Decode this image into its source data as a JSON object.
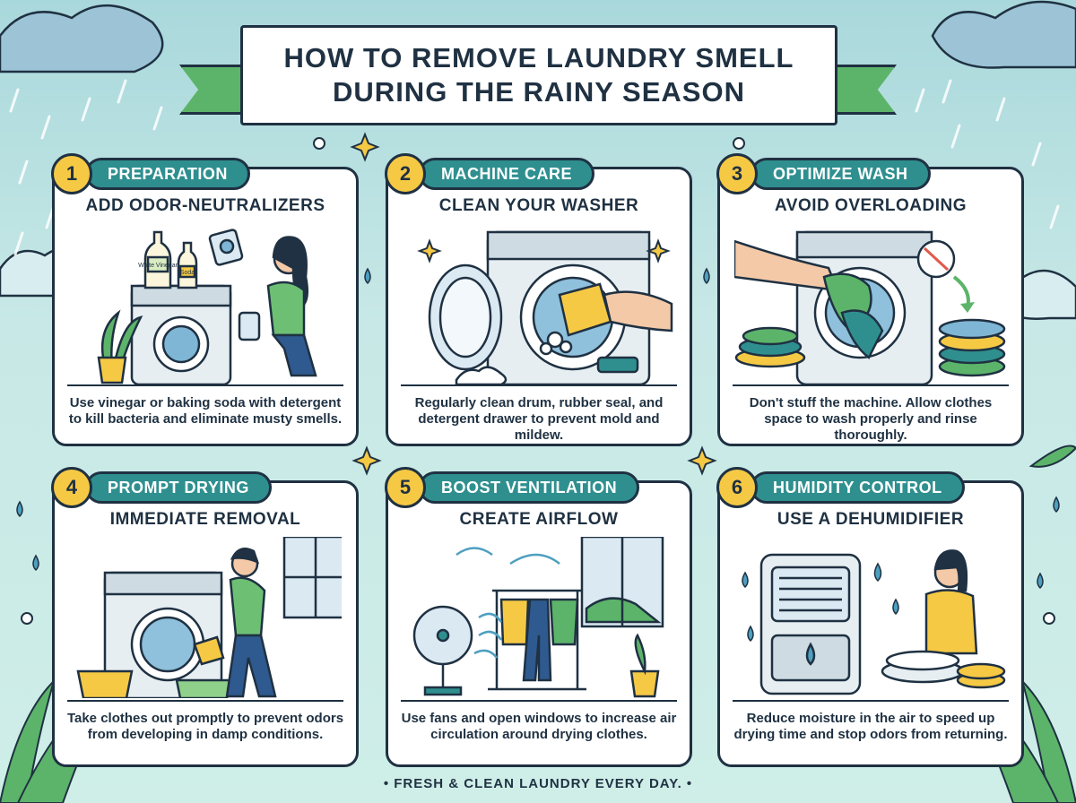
{
  "title": {
    "line1": "HOW TO REMOVE LAUNDRY SMELL",
    "line2": "DURING THE RAINY SEASON"
  },
  "steps": [
    {
      "number": "1",
      "tag": "PREPARATION",
      "subtitle": "ADD ODOR-NEUTRALIZERS",
      "desc": "Use vinegar or baking soda with detergent to kill bacteria and eliminate musty smells.",
      "bottle1": "White Vinegar",
      "bottle2": "Soda"
    },
    {
      "number": "2",
      "tag": "MACHINE CARE",
      "subtitle": "CLEAN YOUR WASHER",
      "desc": "Regularly clean drum, rubber seal, and detergent drawer to prevent mold and mildew."
    },
    {
      "number": "3",
      "tag": "OPTIMIZE WASH",
      "subtitle": "AVOID OVERLOADING",
      "desc": "Don't stuff the machine. Allow clothes space to wash properly and rinse thoroughly."
    },
    {
      "number": "4",
      "tag": "PROMPT DRYING",
      "subtitle": "IMMEDIATE REMOVAL",
      "desc": "Take clothes out promptly to prevent odors from developing in damp conditions."
    },
    {
      "number": "5",
      "tag": "BOOST VENTILATION",
      "subtitle": "CREATE AIRFLOW",
      "desc": "Use fans and open windows to increase air circulation around drying clothes."
    },
    {
      "number": "6",
      "tag": "HUMIDITY CONTROL",
      "subtitle": "USE A DEHUMIDIFIER",
      "desc": "Reduce moisture in the air to speed up drying time and stop odors from returning."
    }
  ],
  "footer": "• FRESH & CLEAN LAUNDRY EVERY DAY. •",
  "colors": {
    "teal": "#2f8f8f",
    "yellow": "#f6c945",
    "navy": "#1f3142",
    "green": "#5cb46a"
  }
}
